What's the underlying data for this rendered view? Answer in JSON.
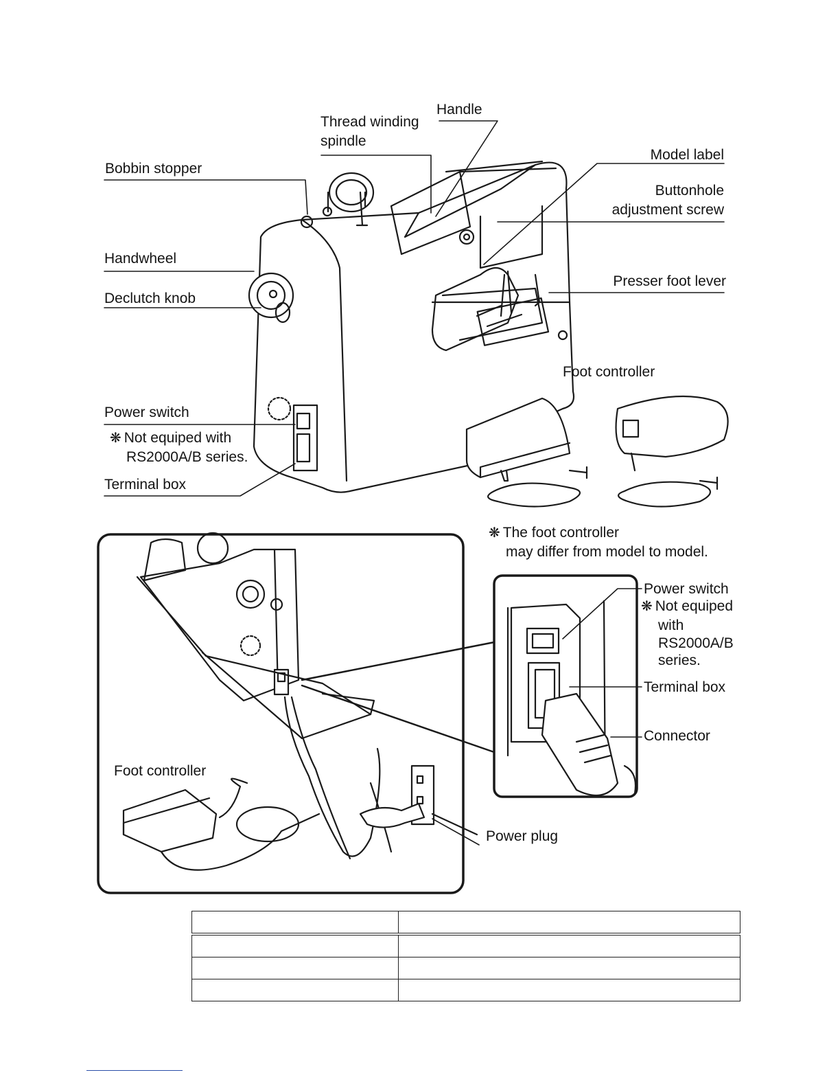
{
  "labels": {
    "handle": "Handle",
    "thread_winding_1": "Thread winding",
    "thread_winding_2": "spindle",
    "model_label": "Model label",
    "bobbin_stopper": "Bobbin stopper",
    "buttonhole_1": "Buttonhole",
    "buttonhole_2": "adjustment screw",
    "handwheel": "Handwheel",
    "presser_foot_lever": "Presser foot lever",
    "declutch_knob": "Declutch knob",
    "foot_controller_top": "Foot controller",
    "power_switch_top": "Power switch",
    "note_mark": "❋",
    "not_equipped_1": "Not equiped with",
    "not_equipped_2": "RS2000A/B series.",
    "terminal_box_top": "Terminal box",
    "foot_note_1": "The foot controller",
    "foot_note_2": "may differ from model to model.",
    "power_switch_detail": "Power switch",
    "detail_note_1": "Not equiped",
    "detail_note_2": "with",
    "detail_note_3": "RS2000A/B",
    "detail_note_4": "series.",
    "terminal_box_detail": "Terminal box",
    "connector": "Connector",
    "foot_controller_bottom": "Foot controller",
    "power_plug": "Power plug"
  },
  "table": {
    "rows": [
      [
        "",
        ""
      ],
      [
        "",
        ""
      ],
      [
        "",
        ""
      ],
      [
        "",
        ""
      ]
    ]
  },
  "colors": {
    "ink": "#141414",
    "background": "#ffffff",
    "footer_rule": "#2a4ea8"
  }
}
